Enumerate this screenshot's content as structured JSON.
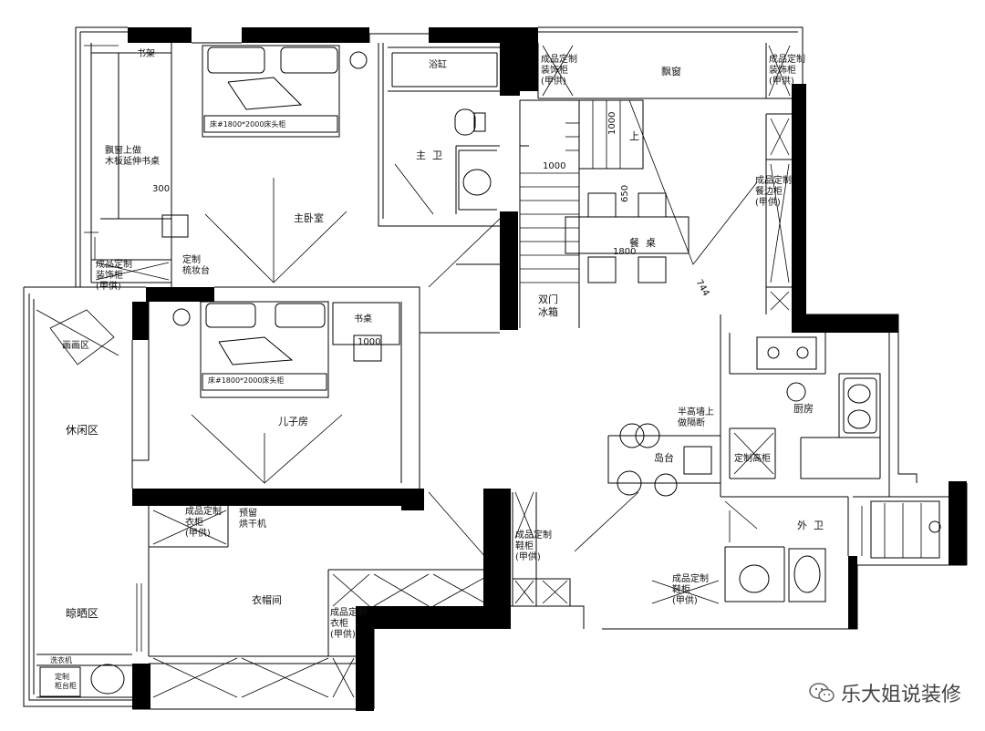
{
  "labels": {
    "bookshelf": "书架",
    "bay_desk": "飘窗上做\n木板延伸书桌",
    "dim_300": "300",
    "master_bed_size": "床#1800*2000床头柜",
    "master_bedroom": "主卧室",
    "bay_cabinet": "成品定制\n装饰柜\n(甲供)",
    "vanity": "定制\n梳妆台",
    "bathtub": "浴缸",
    "master_bath": "主  卫",
    "stair_cabinet_left": "成品定制\n装饰柜\n(甲供)",
    "bay_window": "飘窗",
    "stair_cabinet_right": "成品定制\n装饰柜\n(甲供)",
    "dim_1000_up": "1000",
    "up": "上",
    "dim_1000": "1000",
    "dim_650": "650",
    "dining_table": "餐  桌",
    "dim_1800": "1800",
    "sideboard": "成品定制\n餐边柜\n(甲供)",
    "dim_744": "744",
    "fridge": "双门\n冰箱",
    "painting_area": "画画区",
    "desk": "书桌",
    "dim_1000_desk": "1000",
    "kid_bed_size": "床#1800*2000床头柜",
    "kids_room": "儿子房",
    "leisure": "休闲区",
    "half_wall": "半高墙上\n做隔断",
    "island": "岛台",
    "tall_cabinet": "定制高柜",
    "kitchen": "厨房",
    "wardrobe1": "成品定制\n衣柜\n(甲供)",
    "dryer": "预留\n烘干机",
    "shoe_cabinet1": "成品定制\n鞋柜\n(甲供)",
    "guest_bath": "外  卫",
    "cloakroom": "衣帽间",
    "drying": "晾晒区",
    "wardrobe2": "成品定制\n衣柜\n(甲供)",
    "shoe_cabinet2": "成品定制\n鞋柜\n(甲供)",
    "washer": "洗衣机",
    "custom_cabinet": "定制\n柜台柜"
  },
  "watermark": {
    "text": "乐大姐说装修",
    "icon": "wechat-icon"
  }
}
